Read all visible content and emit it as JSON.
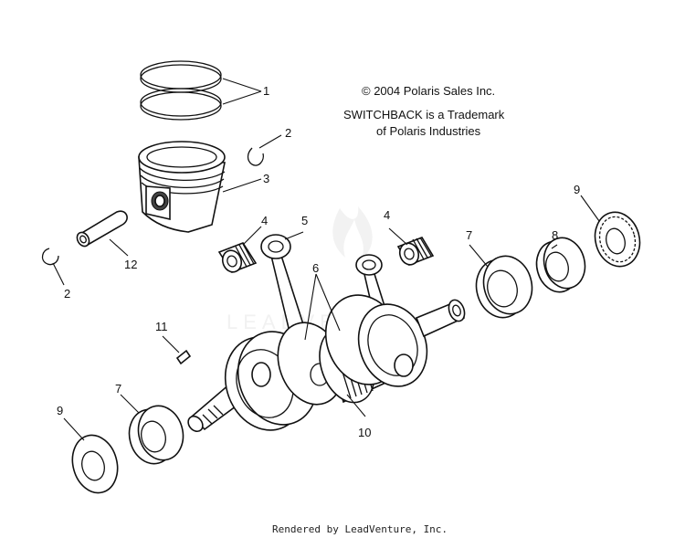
{
  "copyright": "© 2004 Polaris Sales Inc.",
  "trademark_line1": "SWITCHBACK is a Trademark",
  "trademark_line2": "of Polaris Industries",
  "footer": "Rendered by LeadVenture, Inc.",
  "watermark": "LEADVENTURE",
  "callouts": {
    "rings": "1",
    "circlip_upper": "2",
    "circlip_lower": "2",
    "piston": "3",
    "bearing_left": "4",
    "bearing_right": "4",
    "connecting_rod": "5",
    "rod_group": "6",
    "seal_right": "7",
    "seal_left": "7",
    "bearing_ring": "8",
    "seal_outer_right": "9",
    "seal_outer_left": "9",
    "crank_center": "10",
    "woodruff_key": "11",
    "piston_pin": "12"
  }
}
